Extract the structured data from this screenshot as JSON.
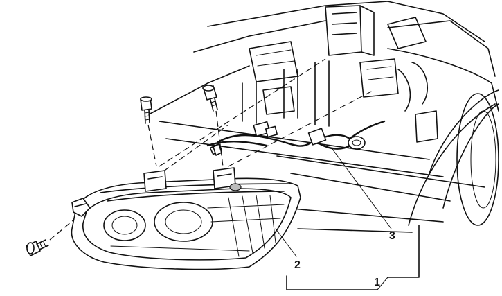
{
  "callouts": [
    {
      "id": "1",
      "text": "1"
    },
    {
      "id": "2",
      "text": "2"
    },
    {
      "id": "3",
      "text": "3"
    }
  ],
  "colors": {
    "ink": "#111111",
    "background": "#ffffff"
  }
}
